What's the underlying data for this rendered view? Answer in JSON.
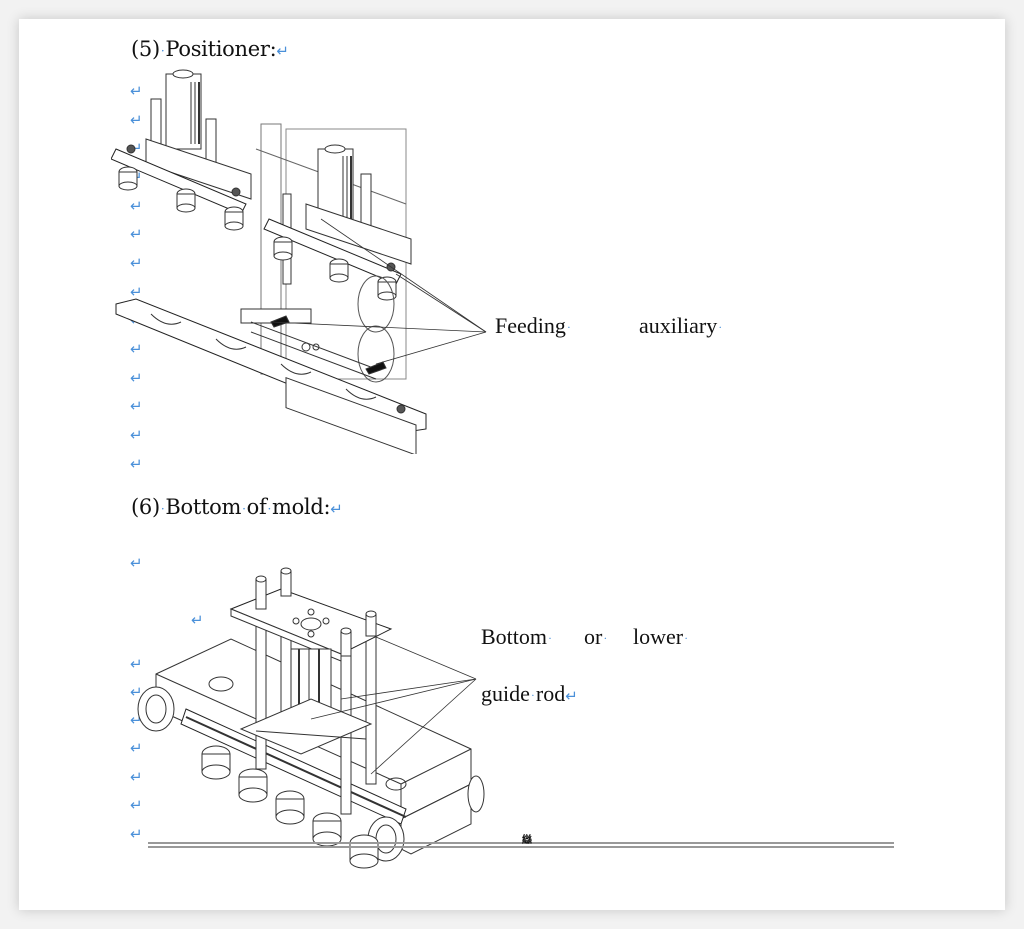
{
  "document": {
    "sections": [
      {
        "number": "(5)",
        "title_words": [
          "Positioner:"
        ],
        "figure": {
          "name": "positioner-drawing",
          "callout_words": [
            "Feeding",
            "auxiliary"
          ]
        }
      },
      {
        "number": "(6)",
        "title_words": [
          "Bottom",
          "of",
          "mold:"
        ],
        "figure": {
          "name": "bottom-of-mold-drawing",
          "callout_line1_words": [
            "Bottom",
            "or",
            "lower"
          ],
          "callout_line2_words": [
            "guide",
            "rod"
          ]
        }
      }
    ],
    "formatting_marks": {
      "space_dot": "·",
      "paragraph_return": "↵"
    },
    "footer_glyph": "䜌",
    "colors": {
      "formatting_mark": "#4a90d9",
      "text": "#111111",
      "page": "#ffffff",
      "backdrop": "#f2f2f2"
    }
  }
}
